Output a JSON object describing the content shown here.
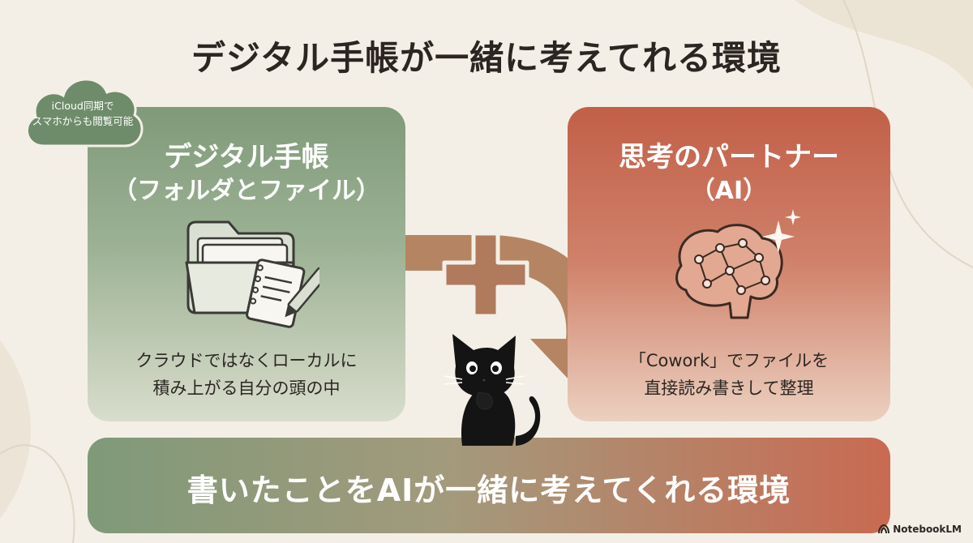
{
  "title": "デジタル手帳が一緒に考えてれる環境",
  "cloud": {
    "line1": "iCloud同期で",
    "line2": "スマホからも閲覧可能"
  },
  "left_panel": {
    "title": "デジタル手帳",
    "subtitle": "（フォルダとファイル）",
    "line1": "クラウドではなくローカルに",
    "line2": "積み上がる自分の頭の中",
    "icon": "folder-notebook-icon"
  },
  "right_panel": {
    "title": "思考のパートナー",
    "subtitle": "（AI）",
    "line1": "「Cowork」でファイルを",
    "line2": "直接読み書きして整理",
    "icon": "brain-network-icon"
  },
  "bottom": {
    "text": "書いたことをAIが一緒に考えてくれる環境"
  },
  "brand": {
    "name": "NotebookLM"
  },
  "colors": {
    "background": "#f4efe6",
    "green": "#7f9a79",
    "terracotta": "#c25f48",
    "connector": "#b07a5c"
  }
}
